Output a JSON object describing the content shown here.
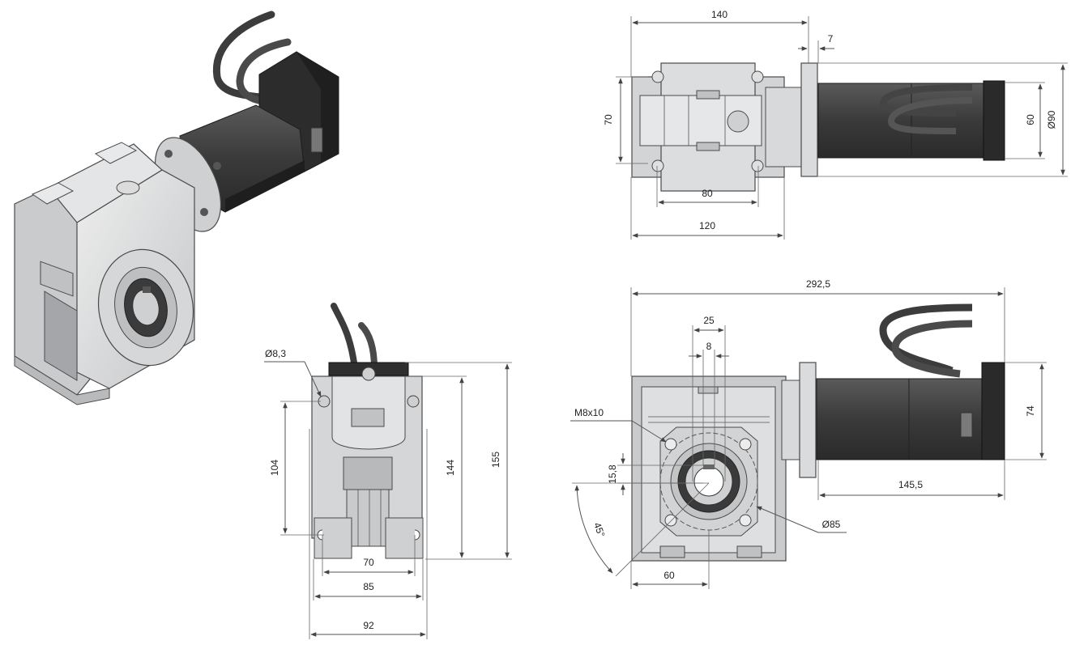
{
  "drawing": {
    "top_view": {
      "overall_length": "140",
      "flange_thickness": "7",
      "height_left": "70",
      "motor_square": "60",
      "flange_diameter": "Ø90",
      "hole_spacing": "80",
      "base_length": "120"
    },
    "front_view": {
      "hole_diameter": "Ø8,3",
      "hole_pitch_vertical": "104",
      "height_144": "144",
      "height_155": "155",
      "width_70": "70",
      "width_85": "85",
      "width_92": "92"
    },
    "side_view": {
      "overall_length": "292,5",
      "bore_25": "25",
      "key_8": "8",
      "thread": "M8x10",
      "offset_15_8": "15,8",
      "angle": "45°",
      "bolt_circle": "Ø85",
      "half_width": "60",
      "motor_length": "145,5",
      "motor_height": "74"
    },
    "colors": {
      "housing": "#d8d9da",
      "housing_dark": "#a9abae",
      "motor": "#3b3b3b",
      "motor_dark": "#262626",
      "dim_line": "#555555"
    }
  }
}
